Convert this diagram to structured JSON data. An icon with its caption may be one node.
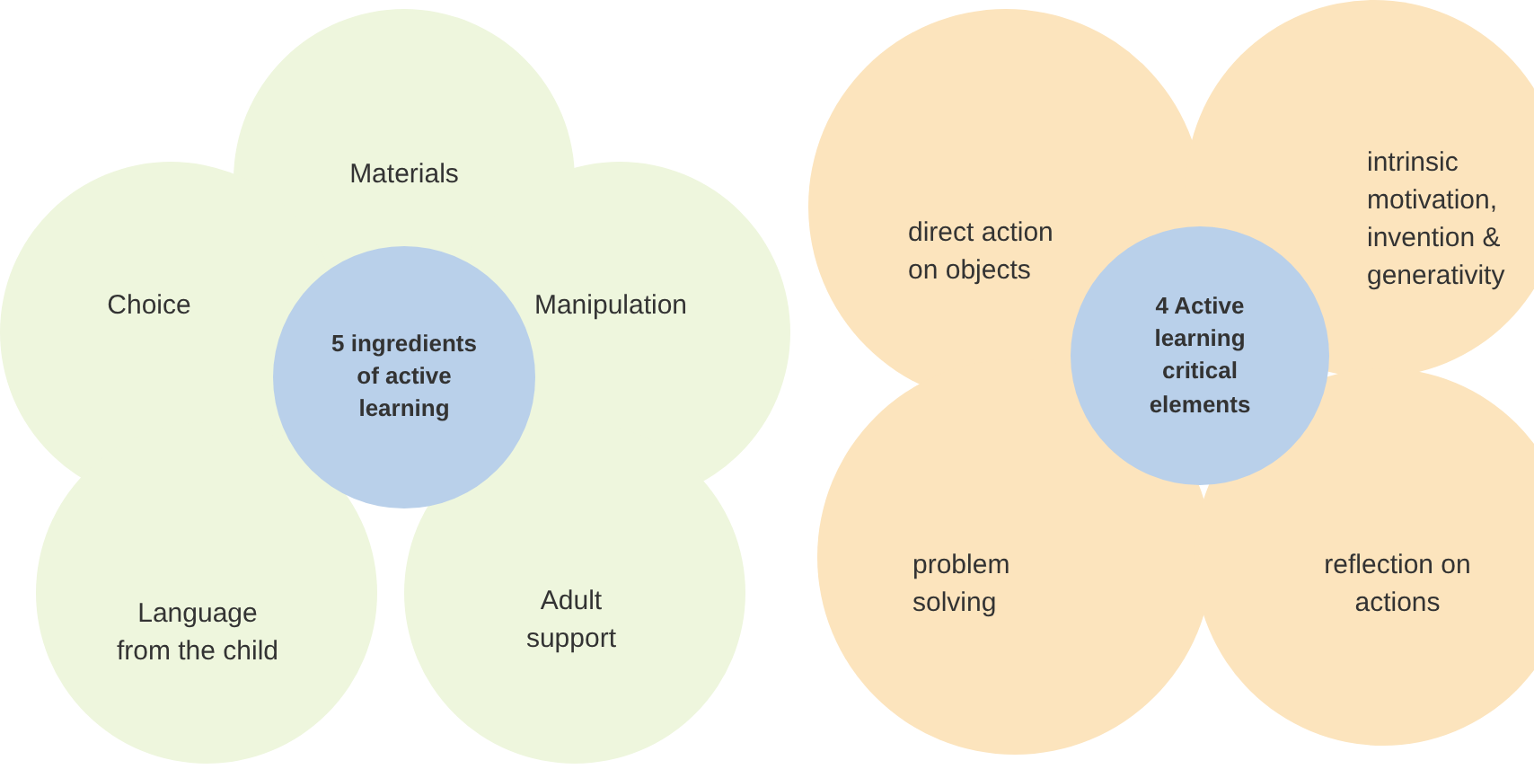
{
  "diagram": {
    "nodes": [
      {
        "text": [
          "Materials"
        ]
      },
      {
        "text": [
          "Choice"
        ]
      },
      {
        "text": [
          "5 ingredients of active learning"
        ]
      },
      {
        "text": [
          "Manipulation"
        ]
      },
      {
        "text": [
          "Language from the child"
        ]
      },
      {
        "text": [
          "Adult support"
        ]
      },
      {
        "text": [
          "direct action on objects"
        ]
      },
      {
        "text": [
          "intrinsic motivation, invention & generativity"
        ]
      },
      {
        "text": [
          "4 Active learning critical elements"
        ]
      },
      {
        "text": [
          "problem solving"
        ]
      },
      {
        "text": [
          "reflection on actions"
        ]
      }
    ]
  }
}
